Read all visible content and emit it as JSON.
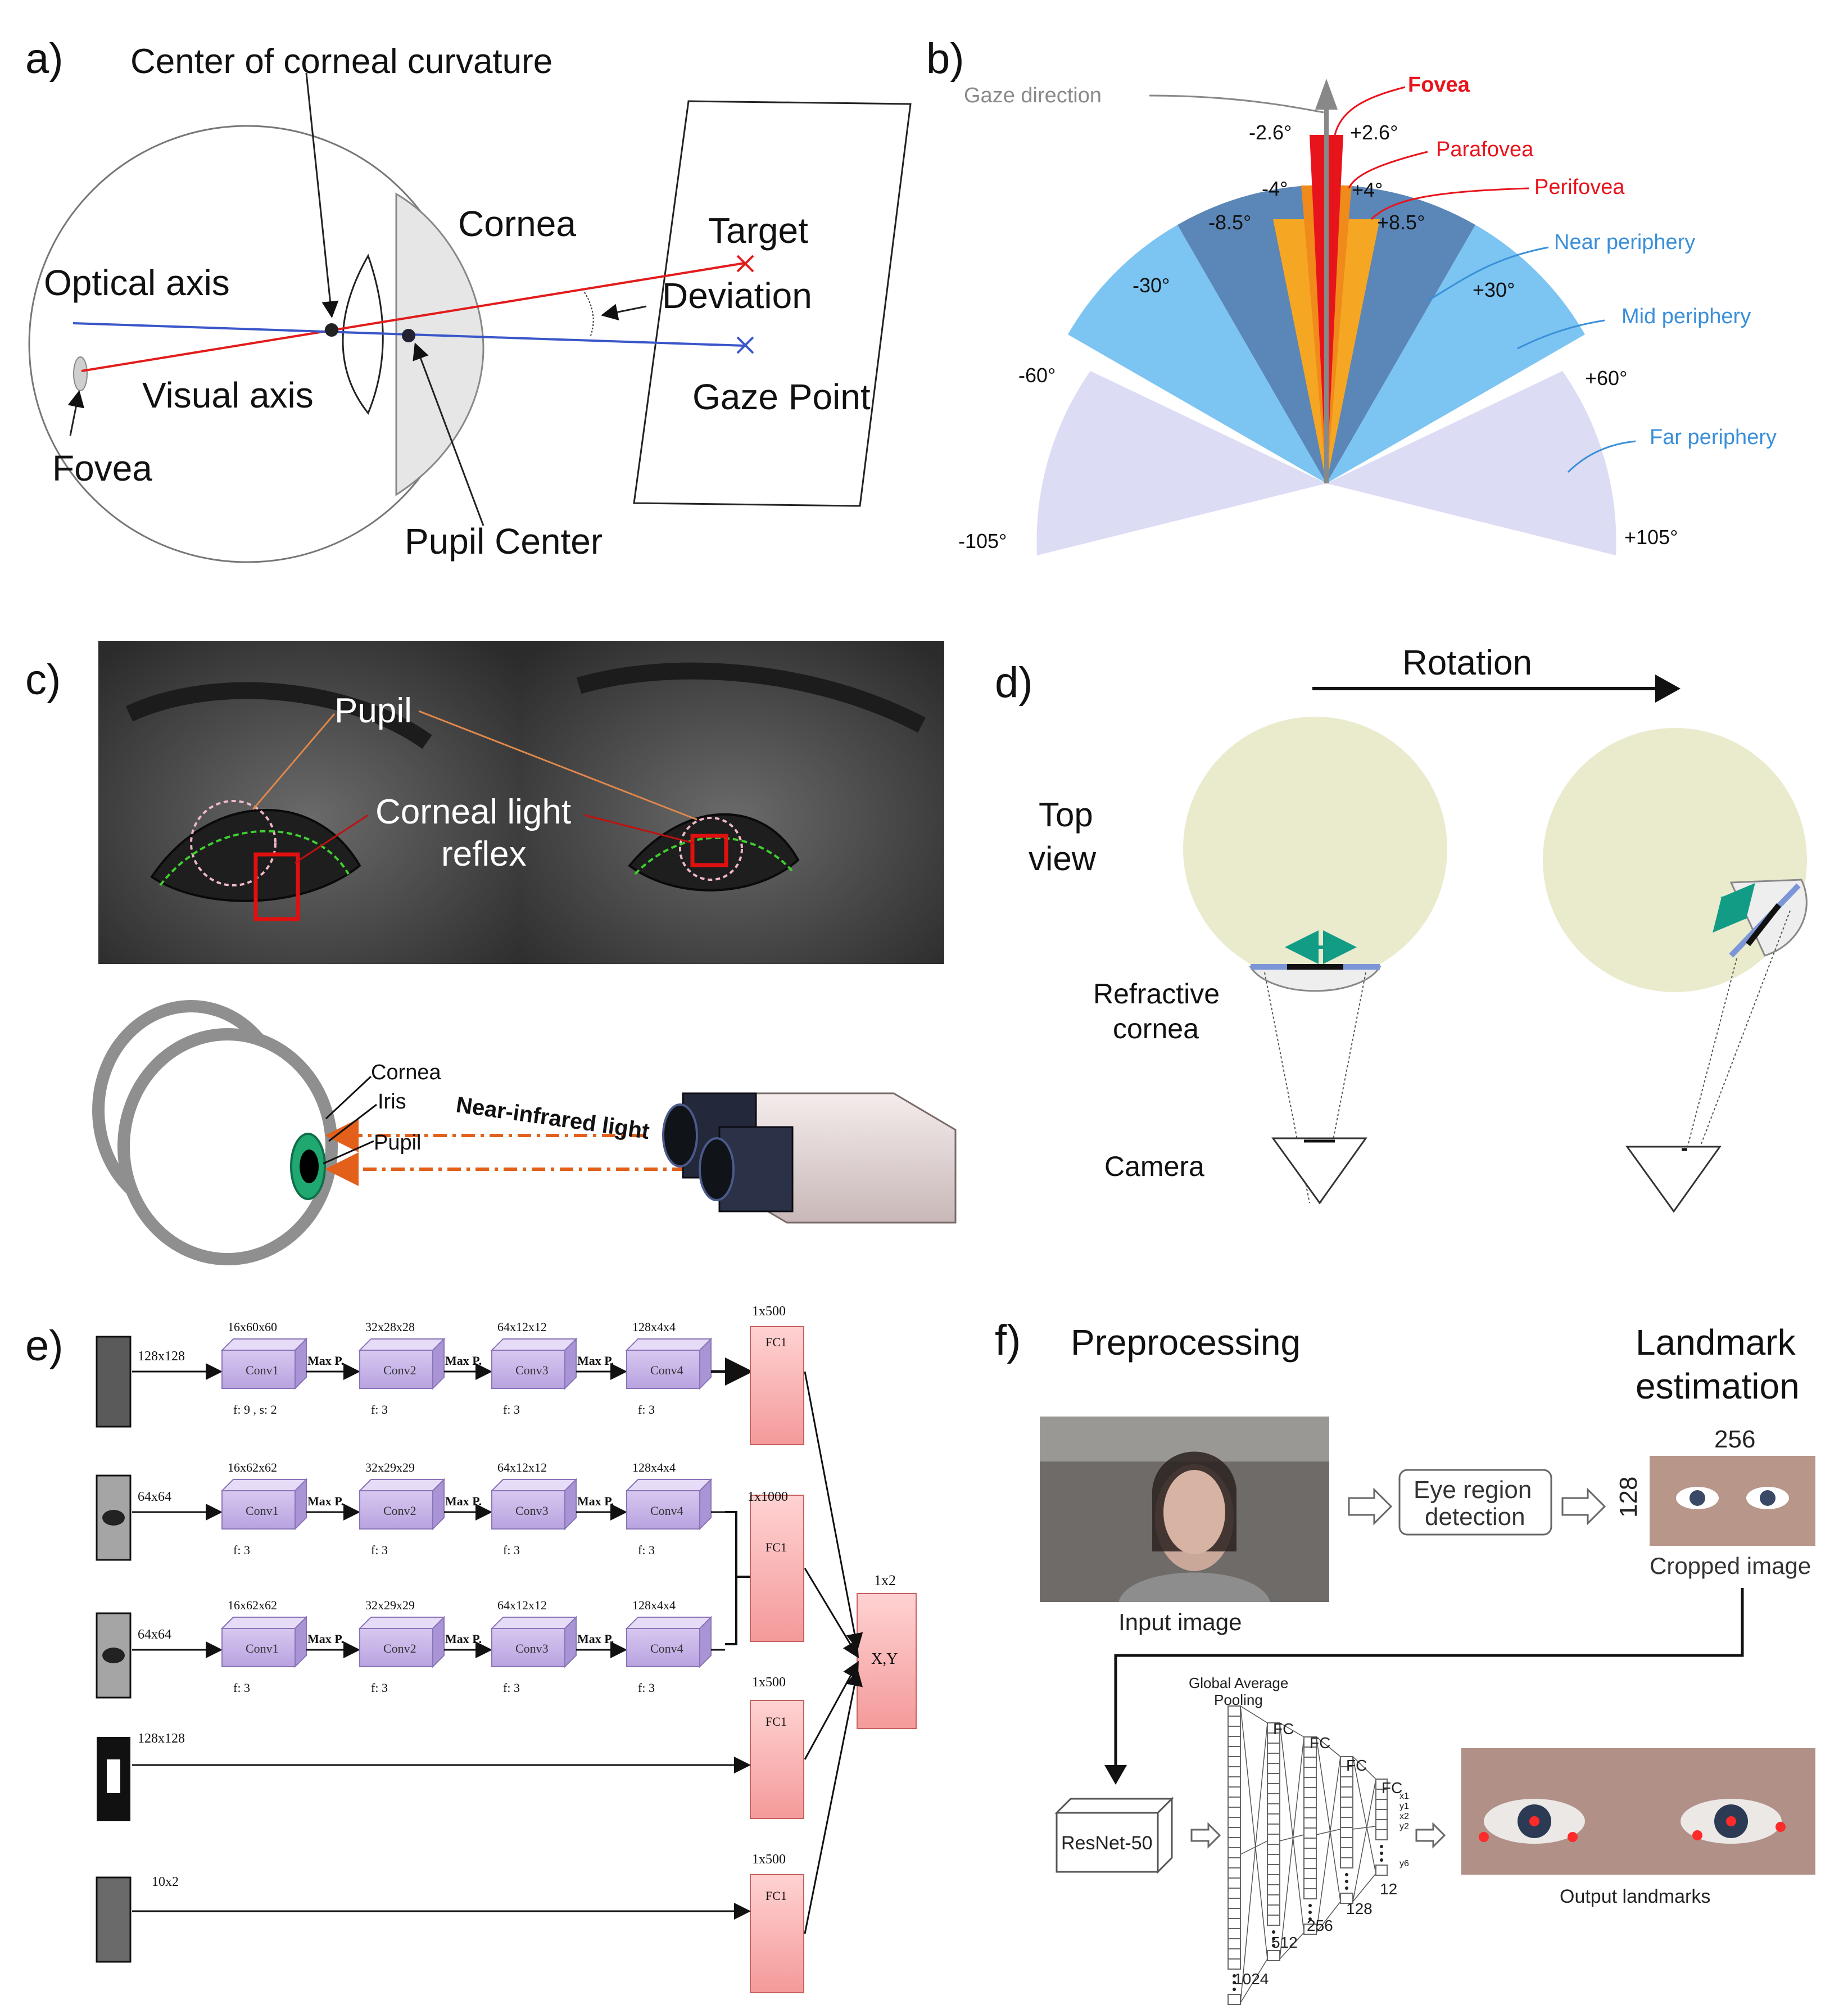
{
  "panels": {
    "a": {
      "letter": "a)",
      "center_curvature": "Center of corneal curvature",
      "cornea": "Cornea",
      "target": "Target",
      "optical_axis": "Optical axis",
      "deviation": "Deviation",
      "visual_axis": "Visual axis",
      "gaze_point": "Gaze Point",
      "fovea": "Fovea",
      "pupil_center": "Pupil Center"
    },
    "b": {
      "letter": "b)",
      "gaze_direction": "Gaze direction",
      "fovea": "Fovea",
      "parafovea": "Parafovea",
      "perifovea": "Perifovea",
      "near_periphery": "Near periphery",
      "mid_periphery": "Mid periphery",
      "far_periphery": "Far periphery",
      "angles": {
        "m2_6": "-2.6°",
        "p2_6": "+2.6°",
        "m4": "-4°",
        "p4": "+4°",
        "m8_5": "-8.5°",
        "p8_5": "+8.5°",
        "m30": "-30°",
        "p30": "+30°",
        "m60": "-60°",
        "p60": "+60°",
        "m105": "-105°",
        "p105": "+105°"
      },
      "colors": {
        "fovea": "#e8141c",
        "parafovea": "#f39c12",
        "near": "#5b86b8",
        "mid": "#7cc4f2",
        "far": "#dcdcf5"
      }
    },
    "c": {
      "letter": "c)",
      "pupil": "Pupil",
      "corneal_reflex_1": "Corneal light",
      "corneal_reflex_2": "reflex",
      "cornea": "Cornea",
      "iris": "Iris",
      "pupil_lower": "Pupil",
      "nir": "Near-infrared light"
    },
    "d": {
      "letter": "d)",
      "rotation": "Rotation",
      "top_view_1": "Top",
      "top_view_2": "view",
      "refractive_1": "Refractive",
      "refractive_2": "cornea",
      "camera": "Camera"
    },
    "e": {
      "letter": "e)",
      "row1": {
        "input": "128x128",
        "dims": [
          "16x60x60",
          "32x28x28",
          "64x12x12",
          "128x4x4"
        ],
        "filters": [
          "f: 9 , s: 2",
          "f: 3",
          "f: 3",
          "f: 3"
        ]
      },
      "row2": {
        "input": "64x64",
        "dims": [
          "16x62x62",
          "32x29x29",
          "64x12x12",
          "128x4x4"
        ],
        "filters": [
          "f: 3",
          "f: 3",
          "f: 3",
          "f: 3"
        ]
      },
      "row3": {
        "input": "64x64",
        "dims": [
          "16x62x62",
          "32x29x29",
          "64x12x12",
          "128x4x4"
        ],
        "filters": [
          "f: 3",
          "f: 3",
          "f: 3",
          "f: 3"
        ]
      },
      "row4": {
        "input": "128x128"
      },
      "row5": {
        "input": "10x2"
      },
      "conv": [
        "Conv1",
        "Conv2",
        "Conv3",
        "Conv4"
      ],
      "maxp": "Max P.",
      "fc": "FC1",
      "fc_sizes": [
        "1x500",
        "1x1000",
        "1x500",
        "1x500"
      ],
      "out_size": "1x2",
      "out": "X,Y"
    },
    "f": {
      "letter": "f)",
      "preprocessing": "Preprocessing",
      "landmark_1": "Landmark",
      "landmark_2": "estimation",
      "input_image": "Input image",
      "eye_region_1": "Eye region",
      "eye_region_2": "detection",
      "w256": "256",
      "h128": "128",
      "cropped": "Cropped image",
      "gap_1": "Global Average",
      "gap_2": "Pooling",
      "fc": "FC",
      "resnet": "ResNet-50",
      "n1024": "1024",
      "n512": "512",
      "n256": "256",
      "n128": "128",
      "n12": "12",
      "out_labels": [
        "x1",
        "y1",
        "x2",
        "y2",
        "y6"
      ],
      "output_landmarks": "Output landmarks"
    }
  }
}
